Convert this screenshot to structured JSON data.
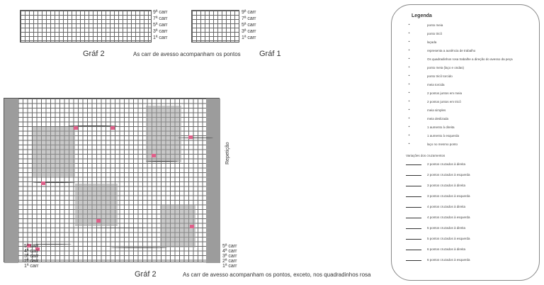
{
  "top": {
    "chart_left_title": "Gráf 2",
    "chart_right_title": "Gráf 1",
    "note": "As carr de avesso acompanham os pontos",
    "row_labels": [
      "9ª carr",
      "7ª carr",
      "5ª carr",
      "3ª carr",
      "1ª carr"
    ]
  },
  "main": {
    "title": "Gráf 2",
    "note": "As carr de avesso acompanham os pontos, exceto, nos quadradinhos rosa",
    "repeat_label": "Repetição",
    "row_labels": [
      "5ª carr",
      "4ª carr",
      "3ª carr",
      "2ª carr",
      "1ª carr"
    ]
  },
  "legend": {
    "title": "Legenda",
    "items": [
      "ponto meia",
      "ponto tricô",
      "laçada",
      "representa a ausência de trabalho",
      "Os quadradinhos rosa trabalhe a direção do avesso da peça",
      "ponto meia (laço e ondas)",
      "ponto tricô torcido",
      "meia torcida",
      "2 pontos juntos em meia",
      "2 pontos juntos em tricô",
      "meia simples",
      "meia deslizada",
      "1 aumento à direita",
      "1 aumento à esquerda",
      "laço no mesmo ponto"
    ],
    "subtitle": "Variações dos cruzamentos",
    "cross_items": [
      "2 pontos cruzados à direita",
      "2 pontos cruzados à esquerda",
      "3 pontos cruzados à direita",
      "3 pontos cruzados à esquerda",
      "4 pontos cruzados à direita",
      "4 pontos cruzados à esquerda",
      "5 pontos cruzados à direita",
      "5 pontos cruzados à esquerda",
      "6 pontos cruzados à direita",
      "6 pontos cruzados à esquerda"
    ]
  }
}
